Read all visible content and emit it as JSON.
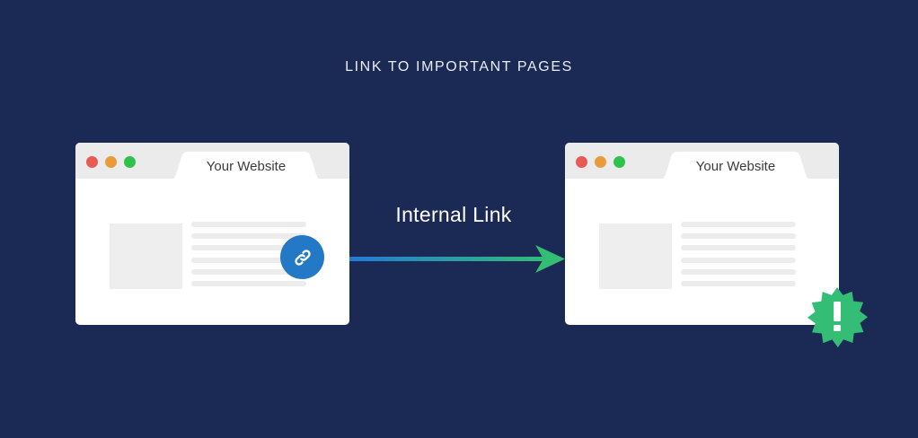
{
  "title": "LINK TO IMPORTANT PAGES",
  "source_browser": {
    "tab_label": "Your Website",
    "window_controls": [
      "close",
      "minimize",
      "maximize"
    ],
    "content_lines": 6,
    "badge_icon": "link-icon",
    "badge_color": "#2479c6"
  },
  "target_browser": {
    "tab_label": "Your Website",
    "window_controls": [
      "close",
      "minimize",
      "maximize"
    ],
    "content_lines": 6,
    "badge_icon": "exclamation-icon",
    "badge_symbol": "!",
    "badge_color": "#33bd75"
  },
  "connector": {
    "label": "Internal Link",
    "gradient_start": "#2479d6",
    "gradient_end": "#33bd75"
  },
  "colors": {
    "background": "#1b2955",
    "dot_red": "#e85a54",
    "dot_yellow": "#e99a39",
    "dot_green": "#2dc24c"
  }
}
